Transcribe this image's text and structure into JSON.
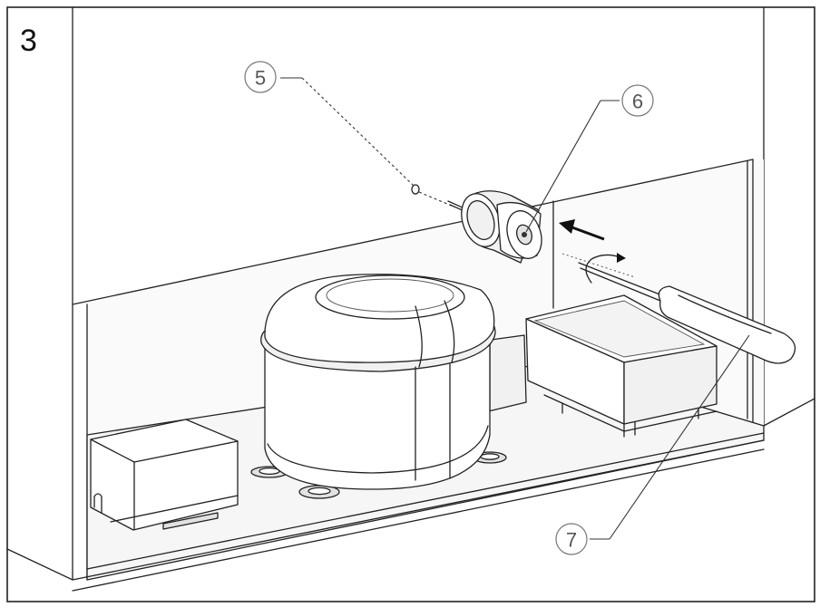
{
  "figure": {
    "step_number": "3",
    "callouts": [
      {
        "id": "callout-5",
        "label": "5"
      },
      {
        "id": "callout-6",
        "label": "6"
      },
      {
        "id": "callout-7",
        "label": "7"
      }
    ]
  }
}
